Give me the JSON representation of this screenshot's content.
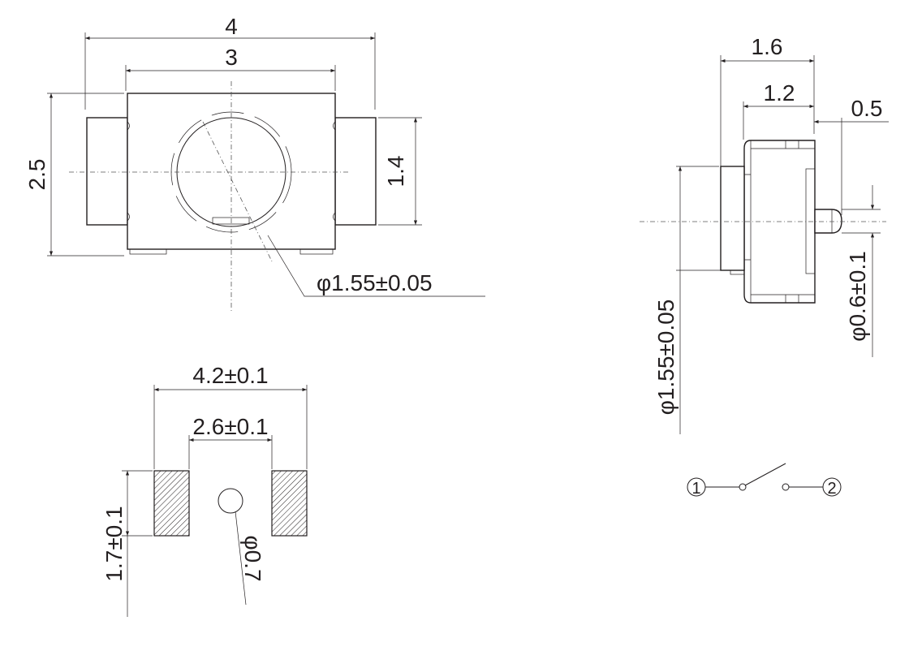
{
  "top_view": {
    "overall_width": "4",
    "body_width": "3",
    "height": "2.5",
    "tab_height": "1.4",
    "button_diameter": "φ1.55±0.05"
  },
  "side_view": {
    "overall_depth": "1.6",
    "body_depth": "1.2",
    "plunger_length": "0.5",
    "button_diameter": "φ1.55±0.05",
    "plunger_diameter": "φ0.6±0.1"
  },
  "footprint": {
    "pad_outer_span": "4.2±0.1",
    "pad_inner_gap": "2.6±0.1",
    "pad_height": "1.7±0.1",
    "hole_diameter": "φ0.7"
  },
  "schematic": {
    "terminal_1": "1",
    "terminal_2": "2"
  }
}
